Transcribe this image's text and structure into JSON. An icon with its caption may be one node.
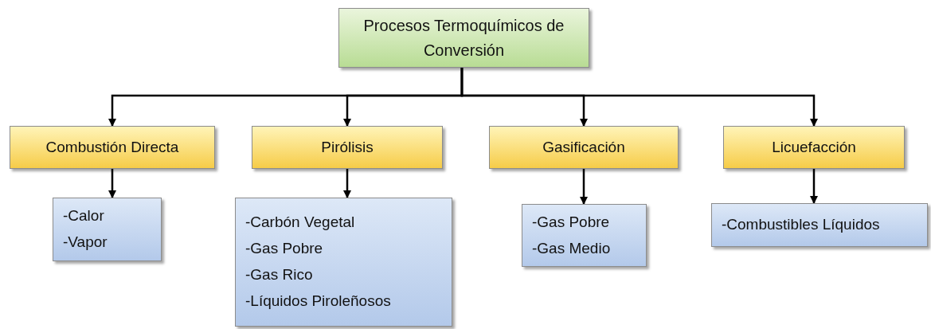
{
  "diagram": {
    "nodes": [
      {
        "text": [
          "Procesos Termoquímicos de Conversión"
        ]
      },
      {
        "text": [
          "Combustión Directa"
        ]
      },
      {
        "text": [
          "Pirólisis"
        ]
      },
      {
        "text": [
          "Gasificación"
        ]
      },
      {
        "text": [
          "Licuefacción"
        ]
      },
      {
        "text": [
          "-Calor",
          "-Vapor"
        ]
      },
      {
        "text": [
          "-Carbón Vegetal",
          "-Gas Pobre",
          "-Gas Rico",
          "-Líquidos Piroleñosos"
        ]
      },
      {
        "text": [
          "-Gas Pobre",
          "-Gas Medio"
        ]
      },
      {
        "text": [
          "-Combustibles Líquidos"
        ]
      }
    ],
    "edges": [
      {
        "from": 0,
        "to": 1,
        "arrow": "to"
      },
      {
        "from": 0,
        "to": 2,
        "arrow": "to"
      },
      {
        "from": 0,
        "to": 3,
        "arrow": "to"
      },
      {
        "from": 0,
        "to": 4,
        "arrow": "to"
      },
      {
        "from": 1,
        "to": 5,
        "arrow": "to"
      },
      {
        "from": 2,
        "to": 6,
        "arrow": "to"
      },
      {
        "from": 3,
        "to": 7,
        "arrow": "to"
      },
      {
        "from": 4,
        "to": 8,
        "arrow": "to"
      }
    ]
  }
}
